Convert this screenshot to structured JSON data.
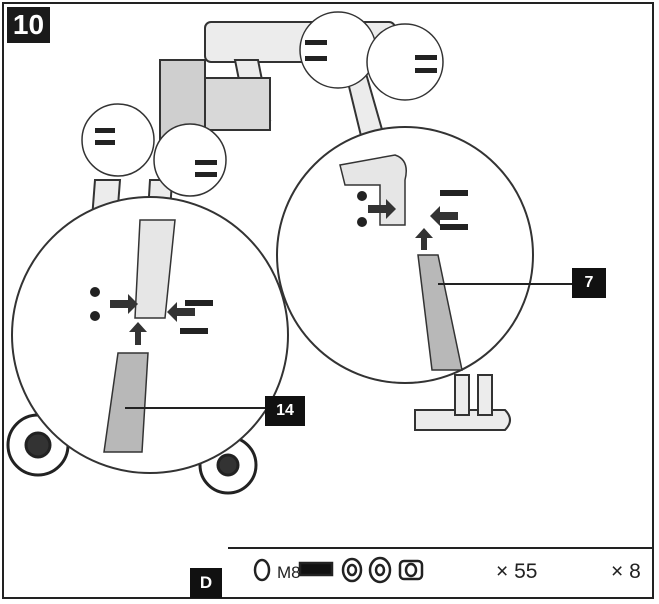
{
  "step": {
    "number": "10"
  },
  "callouts": {
    "tube_right": "7",
    "tube_left": "14"
  },
  "parts": {
    "letter": "D",
    "bolt_label": "M8",
    "quantities": [
      "× 55",
      "× 8"
    ]
  },
  "colors": {
    "ink": "#222222",
    "tube_fill": "#b8b8b8",
    "panel": "#e8e8e8"
  }
}
